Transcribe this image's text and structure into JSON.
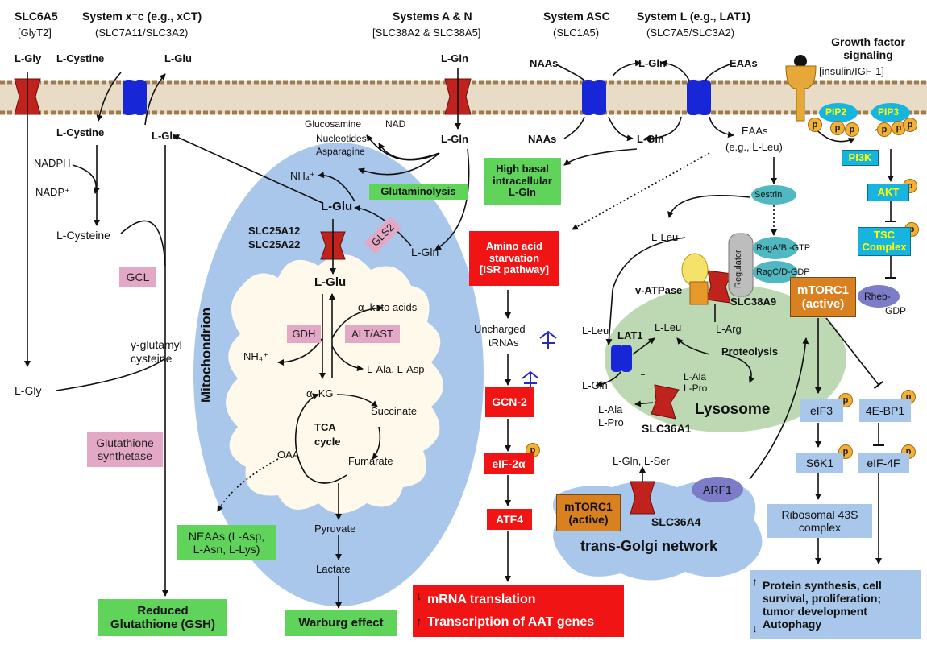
{
  "transporters": {
    "slc6a5": {
      "name": "SLC6A5",
      "sub": "[GlyT2]"
    },
    "xc": {
      "name": "System x⁻ᴄ (e.g., xCT)",
      "sub": "(SLC7A11/SLC3A2)"
    },
    "an": {
      "name": "Systems A & N",
      "sub": "[SLC38A2 & SLC38A5]"
    },
    "asc": {
      "name": "System ASC",
      "sub": "(SLC1A5)"
    },
    "l": {
      "name": "System L (e.g., LAT1)",
      "sub": "(SLC7A5/SLC3A2)"
    },
    "gf": {
      "name": "Growth factor signaling",
      "sub": "[insulin/IGF-1]"
    }
  },
  "labels": {
    "lgly_top": "L-Gly",
    "lcystine_top": "L-Cystine",
    "lglu_top": "L-Glu",
    "lgln_top": "L-Gln",
    "naas_top": "NAAs",
    "lgln_asc_top": "L-Gln",
    "eaas_top": "EAAs",
    "lcystine_in": "L-Cystine",
    "lglu_in": "L-Glu",
    "lgln_in": "L-Gln",
    "naas_in": "NAAs",
    "lgln_asc_in": "L-Gln",
    "eaas_in": "EAAs",
    "eaas_in2": "(e.g., L-Leu)",
    "glucosamine": "Glucosamine",
    "nad": "NAD",
    "nucleotides": "Nucleotides",
    "asparagine": "Asparagine",
    "nadph": "NADPH",
    "nadp": "NADP⁺",
    "lcysteine": "L-Cysteine",
    "gglut1": "γ-glutamyl",
    "gglut2": "cysteine",
    "lgly_low": "L-Gly",
    "nh4_top": "NH₄⁺",
    "lglu_mito": "L-Glu",
    "slc25a12": "SLC25A12",
    "slc25a22": "SLC25A22",
    "lgln_mito": "L-Gln",
    "lglu_matrix": "L-Glu",
    "aketo": "α–keto acids",
    "nh4_mid": "NH₄⁺",
    "lala_asp": "L-Ala, L-Asp",
    "akg": "α–KG",
    "succinate": "Succinate",
    "tca1": "TCA",
    "tca2": "cycle",
    "oaa": "OAA",
    "fumarate": "Fumarate",
    "pyruvate": "Pyruvate",
    "lactate": "Lactate",
    "mito": "Mitochondrion",
    "uncharged1": "Uncharged",
    "uncharged2": "tRNAs",
    "sestrin": "Sestrin",
    "ragab": "RagA/B -GTP",
    "ragcd": "RagC/D-GDP",
    "regulator": "Regulator",
    "lleu1": "L-Leu",
    "vatpase": "v-ATPase",
    "slc38a9": "SLC38A9",
    "lleu2": "L-Leu",
    "larg": "L-Arg",
    "lleu3": "L-Leu",
    "lat1": "LAT1",
    "lgln_lys": "L-Gln",
    "proteolysis": "Proteolysis",
    "lala_l": "L-Ala",
    "lpro_l": "L-Pro",
    "lala_o": "L-Ala",
    "lpro_o": "L-Pro",
    "slc36a1": "SLC36A1",
    "lysosome": "Lysosome",
    "lgln_ser": "L-Gln, L-Ser",
    "slc36a4": "SLC36A4",
    "arf1": "ARF1",
    "tgn": "trans-Golgi network",
    "pip2": "PIP2",
    "pip3": "PIP3",
    "rheb": "Rheb-",
    "gdp": "GDP",
    "p": "p"
  },
  "boxes": {
    "glutaminolysis": "Glutaminolysis",
    "high_basal": [
      "High basal",
      "intracellular",
      "L-Gln"
    ],
    "aa_starv": [
      "Amino acid",
      "starvation",
      "[ISR pathway]"
    ],
    "gcn2": "GCN-2",
    "eif2a": "eIF-2α",
    "atf4": "ATF4",
    "mrna": "mRNA translation",
    "transcription": "Transcription of AAT genes",
    "gcl": "GCL",
    "gdh": "GDH",
    "altast": "ALT/AST",
    "gls2": "GLS2",
    "glut_synth": [
      "Glutathione",
      "synthetase"
    ],
    "gsh": [
      "Reduced",
      "Glutathione (GSH)"
    ],
    "warburg": "Warburg effect",
    "neaas": [
      "NEAAs (L-Asp,",
      "L-Asn, L-Lys)"
    ],
    "mtorc1_lys": [
      "mTORC1",
      "(active)"
    ],
    "mtorc1_golgi": [
      "mTORC1",
      "(active)"
    ],
    "pi3k": "PI3K",
    "akt": "AKT",
    "tsc": [
      "TSC",
      "Complex"
    ],
    "eif3": "eIF3",
    "s6k1": "S6K1",
    "rib43s": [
      "Ribosomal 43S",
      "complex"
    ],
    "ebp1": "4E-BP1",
    "eif4f": "eIF-4F",
    "outcome": [
      "Protein synthesis, cell",
      "survival, proliferation;",
      "tumor development",
      "Autophagy"
    ]
  },
  "colors": {
    "membrane": "#b9966b",
    "mito": "#a9c7ea",
    "matrix": "#fff9ec",
    "lysosome": "#bcd9b4",
    "red_transporter": "#c0221e",
    "blue_transporter": "#1727d8",
    "golgi": "#a9c7ea"
  }
}
